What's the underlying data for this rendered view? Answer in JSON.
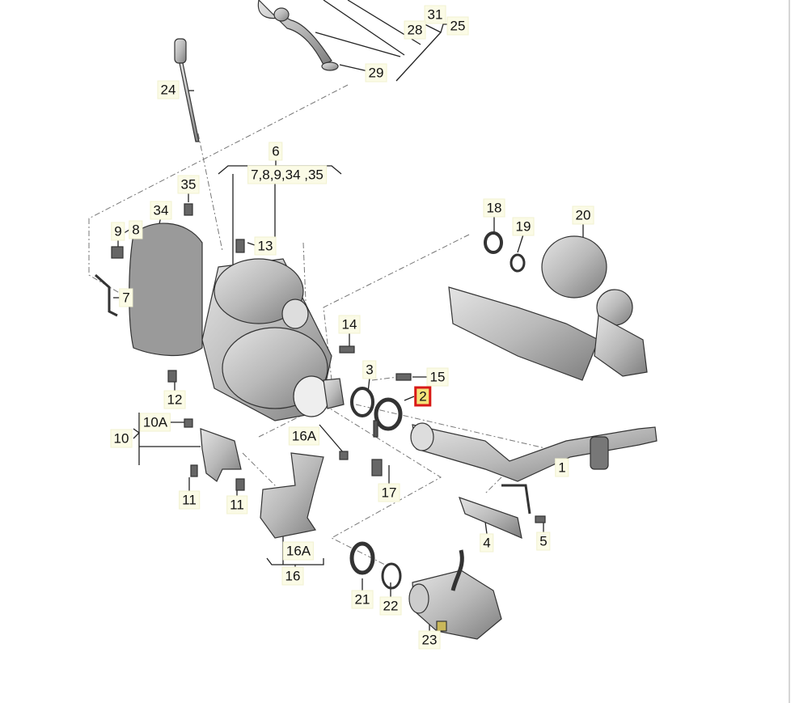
{
  "diagram": {
    "title": "",
    "callouts": {
      "c31": "31",
      "c25": "25",
      "c28": "28",
      "c29": "29",
      "c24": "24",
      "c6": "6",
      "c6_group": "7,8,9,34 ,35",
      "c35": "35",
      "c34": "34",
      "c9": "9",
      "c8": "8",
      "c13": "13",
      "c7": "7",
      "c14": "14",
      "c3": "3",
      "c15": "15",
      "c2": "2",
      "c18": "18",
      "c19": "19",
      "c20": "20",
      "c12": "12",
      "c10A": "10A",
      "c10": "10",
      "c16A_top": "16A",
      "c17": "17",
      "c11a": "11",
      "c11b": "11",
      "c1": "1",
      "c4": "4",
      "c5": "5",
      "c16A_bottom": "16A",
      "c16": "16",
      "c21": "21",
      "c22": "22",
      "c23": "23"
    },
    "highlighted_part": "2",
    "highlight_color": "#d81818",
    "label_bg": "#fbfbe6"
  }
}
